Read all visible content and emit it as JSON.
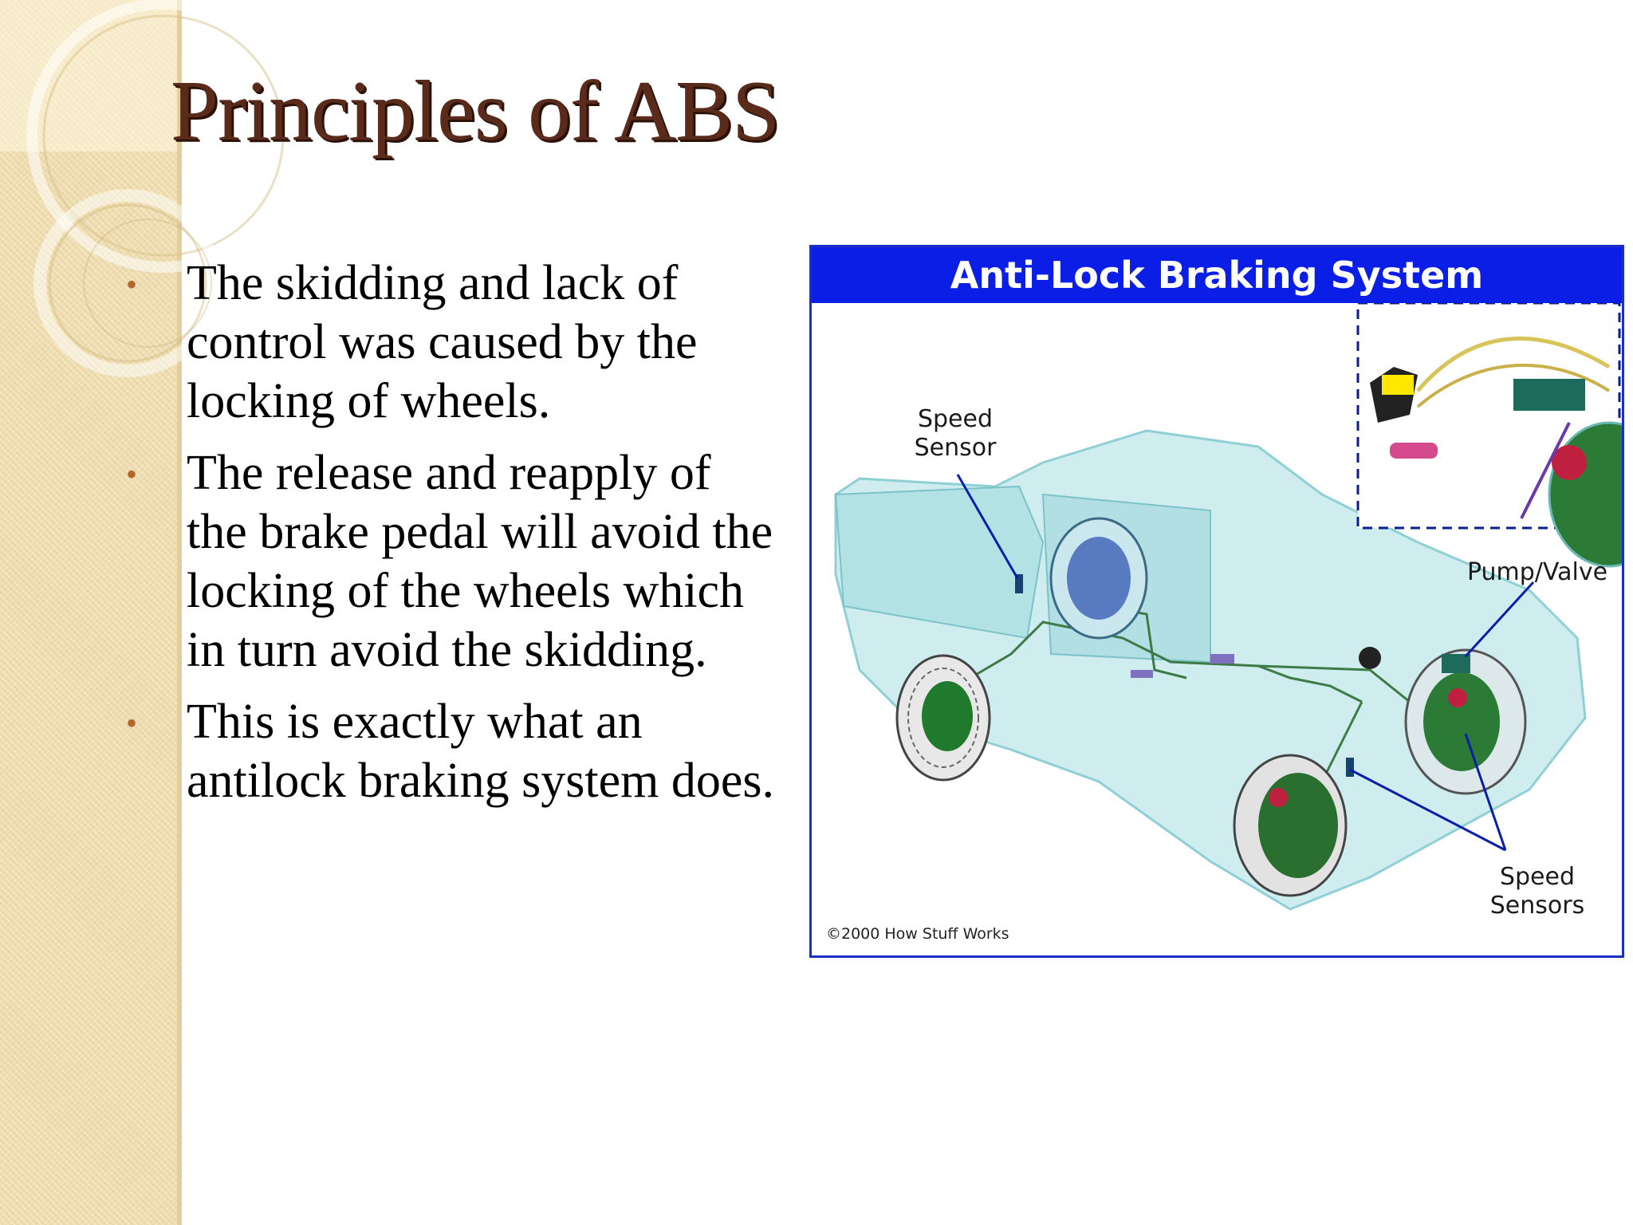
{
  "slide": {
    "title": "Principles of ABS",
    "bullets": [
      "The skidding and lack of control was caused by the locking of wheels.",
      "The release and reapply of the brake pedal will avoid the locking of the wheels which in turn avoid the skidding.",
      "This is exactly what an antilock braking system does."
    ],
    "bullet_glyph": "•"
  },
  "figure": {
    "title": "Anti-Lock Braking System",
    "labels": {
      "speed_sensor": [
        "Speed",
        "Sensor"
      ],
      "pump_valve": "Pump/Valve",
      "speed_sensors": [
        "Speed",
        "Sensors"
      ]
    },
    "copyright": "©2000 How Stuff Works"
  },
  "colors": {
    "title": "#5a2a1a",
    "bullet_marker": "#b5652a",
    "figure_header": "#0a1ee6",
    "sidebar": "#efdcae"
  }
}
